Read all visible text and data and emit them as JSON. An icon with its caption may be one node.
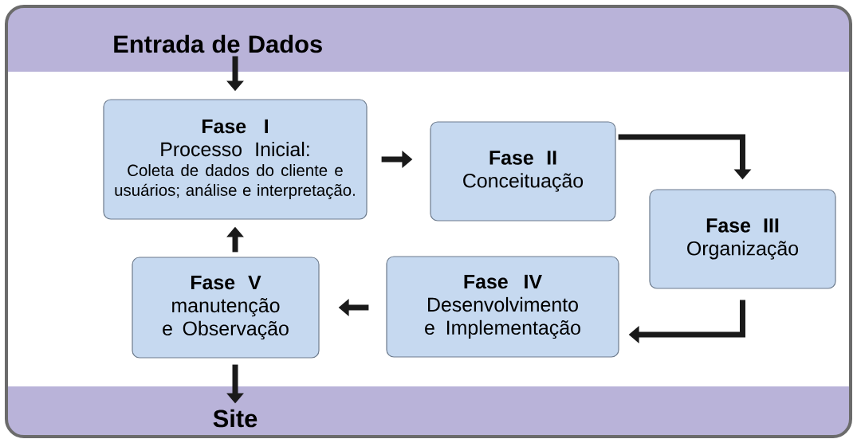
{
  "diagram": {
    "nodes": [
      {
        "text": [
          "Entrada de Dados"
        ]
      },
      {
        "text": [
          "Fase I",
          "Processo Inicial:",
          "Coleta de dados do cliente e usuários; análise e interpretação."
        ]
      },
      {
        "text": [
          "Fase II",
          "Conceituação"
        ]
      },
      {
        "text": [
          "Fase III",
          "Organização"
        ]
      },
      {
        "text": [
          "Fase IV",
          "Desenvolvimento e Implementação"
        ]
      },
      {
        "text": [
          "Fase V",
          "manutenção e Observação"
        ]
      },
      {
        "text": [
          "Site"
        ]
      }
    ],
    "edges": [
      {
        "from": 0,
        "to": 1,
        "arrow": "to"
      },
      {
        "from": 1,
        "to": 2,
        "arrow": "to"
      },
      {
        "from": 2,
        "to": 3,
        "arrow": "to"
      },
      {
        "from": 3,
        "to": 4,
        "arrow": "to"
      },
      {
        "from": 4,
        "to": 5,
        "arrow": "to"
      },
      {
        "from": 5,
        "to": 1,
        "arrow": "to"
      },
      {
        "from": 5,
        "to": 6,
        "arrow": "to"
      }
    ]
  }
}
